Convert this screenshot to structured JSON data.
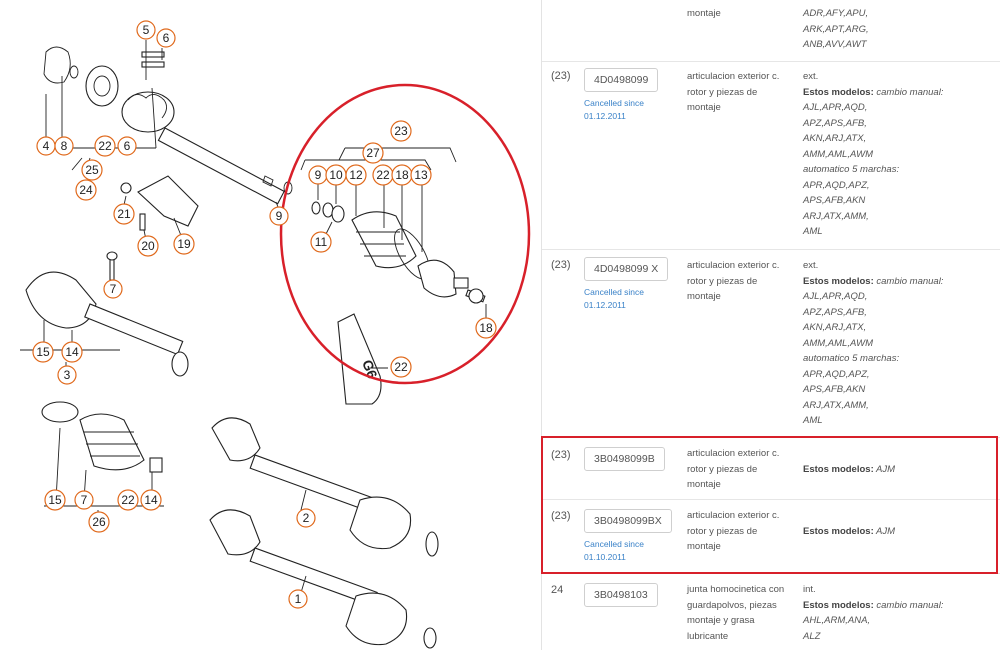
{
  "diagram": {
    "callouts": [
      {
        "id": "c4",
        "label": "4"
      },
      {
        "id": "c8",
        "label": "8"
      },
      {
        "id": "c5",
        "label": "5"
      },
      {
        "id": "c6a",
        "label": "6"
      },
      {
        "id": "c22a",
        "label": "22"
      },
      {
        "id": "c6b",
        "label": "6"
      },
      {
        "id": "c25",
        "label": "25"
      },
      {
        "id": "c24",
        "label": "24"
      },
      {
        "id": "c21",
        "label": "21"
      },
      {
        "id": "c20",
        "label": "20"
      },
      {
        "id": "c19",
        "label": "19"
      },
      {
        "id": "c9a",
        "label": "9"
      },
      {
        "id": "c7a",
        "label": "7"
      },
      {
        "id": "c15a",
        "label": "15"
      },
      {
        "id": "c14a",
        "label": "14"
      },
      {
        "id": "c3",
        "label": "3"
      },
      {
        "id": "c15b",
        "label": "15"
      },
      {
        "id": "c7b",
        "label": "7"
      },
      {
        "id": "c22b",
        "label": "22"
      },
      {
        "id": "c14b",
        "label": "14"
      },
      {
        "id": "c26",
        "label": "26"
      },
      {
        "id": "c2",
        "label": "2"
      },
      {
        "id": "c1",
        "label": "1"
      },
      {
        "id": "c23",
        "label": "23"
      },
      {
        "id": "c27",
        "label": "27"
      },
      {
        "id": "c9b",
        "label": "9"
      },
      {
        "id": "c10",
        "label": "10"
      },
      {
        "id": "c12",
        "label": "12"
      },
      {
        "id": "c22c",
        "label": "22"
      },
      {
        "id": "c18a",
        "label": "18"
      },
      {
        "id": "c13",
        "label": "13"
      },
      {
        "id": "c11",
        "label": "11"
      },
      {
        "id": "c18b",
        "label": "18"
      },
      {
        "id": "c22d",
        "label": "22"
      }
    ],
    "grease_label": "G6"
  },
  "table": {
    "rows": [
      {
        "pos": "",
        "part_number": "",
        "cancelled": "",
        "description": "montaje",
        "models_bold": "",
        "models_text": "",
        "models_tail": "ADR,AFY,APU,\nARK,APT,ARG,\nANB,AVV,AWT"
      },
      {
        "pos": "(23)",
        "part_number": "4D0498099",
        "cancelled": "Cancelled since\n01.12.2011",
        "description": "articulacion exterior c.\nrotor y piezas de\nmontaje",
        "models_plain": "ext.",
        "models_bold": "Estos modelos:",
        "models_text": " cambio manual:",
        "models_tail": "AJL,APR,AQD,\nAPZ,APS,AFB,\nAKN,ARJ,ATX,\nAMM,AML,AWM\nautomatico 5 marchas:\nAPR,AQD,APZ,\nAPS,AFB,AKN\nARJ,ATX,AMM,\nAML"
      },
      {
        "pos": "(23)",
        "part_number": "4D0498099 X",
        "cancelled": "Cancelled since\n01.12.2011",
        "description": "articulacion exterior c.\nrotor y piezas de\nmontaje",
        "models_plain": "ext.",
        "models_bold": "Estos modelos:",
        "models_text": " cambio manual:",
        "models_tail": "AJL,APR,AQD,\nAPZ,APS,AFB,\nAKN,ARJ,ATX,\nAMM,AML,AWM\nautomatico 5 marchas:\nAPR,AQD,APZ,\nAPS,AFB,AKN\nARJ,ATX,AMM,\nAML"
      },
      {
        "pos": "(23)",
        "part_number": "3B0498099B",
        "cancelled": "",
        "description": "articulacion exterior c.\nrotor y piezas de\nmontaje",
        "models_plain": "",
        "models_bold": "Estos modelos:",
        "models_text": " AJM",
        "models_tail": ""
      },
      {
        "pos": "(23)",
        "part_number": "3B0498099BX",
        "cancelled": "Cancelled since\n01.10.2011",
        "description": "articulacion exterior c.\nrotor y piezas de\nmontaje",
        "models_plain": "",
        "models_bold": "Estos modelos:",
        "models_text": " AJM",
        "models_tail": ""
      },
      {
        "pos": "24",
        "part_number": "3B0498103",
        "cancelled": "",
        "description": "junta homocinetica con\nguardapolvos, piezas\nmontaje y grasa\nlubricante",
        "models_plain": "int.",
        "models_bold": "Estos modelos:",
        "models_text": " cambio manual:",
        "models_tail": "AHL,ARM,ANA,\nALZ"
      }
    ]
  },
  "colors": {
    "highlight": "#d8202a",
    "callout_ring": "#e06a1d",
    "cancelled_link": "#3a82c8"
  }
}
